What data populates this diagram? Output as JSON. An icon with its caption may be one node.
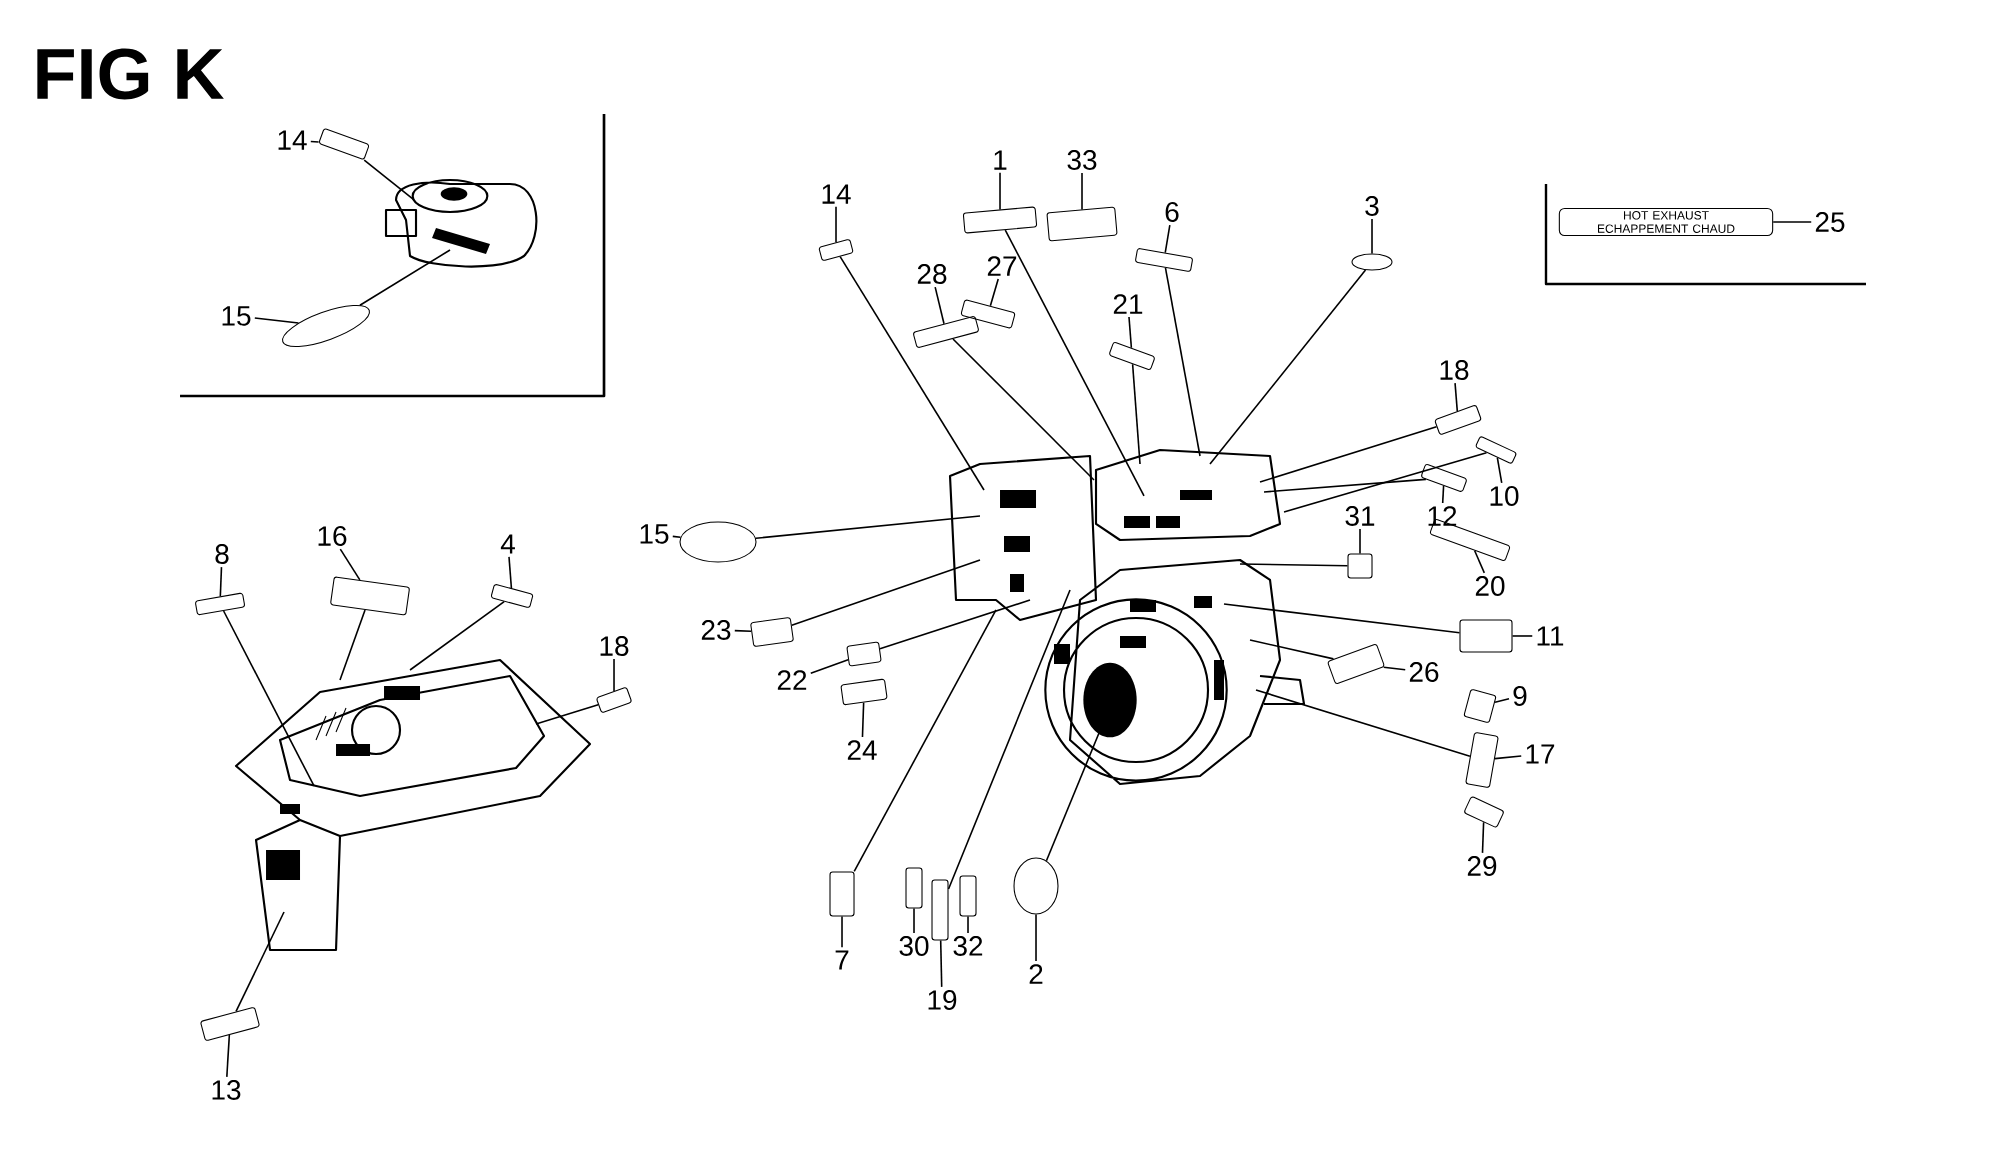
{
  "diagram": {
    "title": "FIG K",
    "nodes": [
      {
        "text": [
          "14"
        ]
      },
      {
        "text": [],
        "shape": "box"
      },
      {
        "text": [
          "15"
        ]
      },
      {
        "text": [],
        "shape": "circle"
      },
      {
        "text": [
          "8"
        ]
      },
      {
        "text": [],
        "shape": "box"
      },
      {
        "text": [
          "16"
        ]
      },
      {
        "text": [],
        "shape": "box"
      },
      {
        "text": [
          "4"
        ]
      },
      {
        "text": [],
        "shape": "box"
      },
      {
        "text": [
          "18"
        ]
      },
      {
        "text": [],
        "shape": "box"
      },
      {
        "text": [
          "13"
        ]
      },
      {
        "text": [],
        "shape": "box"
      },
      {
        "text": [
          "14"
        ]
      },
      {
        "text": [],
        "shape": "box"
      },
      {
        "text": [
          "1"
        ]
      },
      {
        "text": [],
        "shape": "box"
      },
      {
        "text": [
          "33"
        ]
      },
      {
        "text": [],
        "shape": "box"
      },
      {
        "text": [
          "6"
        ]
      },
      {
        "text": [],
        "shape": "box"
      },
      {
        "text": [
          "3"
        ]
      },
      {
        "text": [],
        "shape": "circle"
      },
      {
        "text": [
          "28"
        ]
      },
      {
        "text": [],
        "shape": "box"
      },
      {
        "text": [
          "27"
        ]
      },
      {
        "text": [],
        "shape": "box"
      },
      {
        "text": [
          "21"
        ]
      },
      {
        "text": [],
        "shape": "box"
      },
      {
        "text": [
          "18"
        ]
      },
      {
        "text": [],
        "shape": "box"
      },
      {
        "text": [
          "12"
        ]
      },
      {
        "text": [],
        "shape": "box"
      },
      {
        "text": [
          "10"
        ]
      },
      {
        "text": [],
        "shape": "box"
      },
      {
        "text": [
          "20"
        ]
      },
      {
        "text": [],
        "shape": "box"
      },
      {
        "text": [
          "31"
        ]
      },
      {
        "text": [],
        "shape": "box"
      },
      {
        "text": [
          "11"
        ]
      },
      {
        "text": [],
        "shape": "box"
      },
      {
        "text": [
          "26"
        ]
      },
      {
        "text": [],
        "shape": "box"
      },
      {
        "text": [
          "9"
        ]
      },
      {
        "text": [],
        "shape": "box"
      },
      {
        "text": [
          "17"
        ]
      },
      {
        "text": [],
        "shape": "box"
      },
      {
        "text": [
          "29"
        ]
      },
      {
        "text": [],
        "shape": "box"
      },
      {
        "text": [
          "15"
        ]
      },
      {
        "text": [],
        "shape": "circle"
      },
      {
        "text": [
          "23"
        ]
      },
      {
        "text": [],
        "shape": "box"
      },
      {
        "text": [
          "22"
        ]
      },
      {
        "text": [],
        "shape": "box"
      },
      {
        "text": [
          "24"
        ]
      },
      {
        "text": [],
        "shape": "box"
      },
      {
        "text": [
          "7"
        ]
      },
      {
        "text": [],
        "shape": "box"
      },
      {
        "text": [
          "30"
        ]
      },
      {
        "text": [],
        "shape": "box"
      },
      {
        "text": [
          "19"
        ]
      },
      {
        "text": [],
        "shape": "box"
      },
      {
        "text": [
          "32"
        ]
      },
      {
        "text": [],
        "shape": "box"
      },
      {
        "text": [
          "2"
        ]
      },
      {
        "text": [],
        "shape": "circle"
      },
      {
        "text": [
          "25"
        ]
      },
      {
        "text": [
          "HOT EXHAUST ECHAPPEMENT CHAUD"
        ]
      }
    ],
    "edges": [
      {
        "from": 0,
        "to": 1,
        "arrow": "none"
      },
      {
        "from": 1,
        "to": null,
        "arrow": "none"
      },
      {
        "from": 2,
        "to": 3,
        "arrow": "none"
      },
      {
        "from": 3,
        "to": null,
        "arrow": "none"
      },
      {
        "from": 4,
        "to": 5,
        "arrow": "none"
      },
      {
        "from": 5,
        "to": null,
        "arrow": "none"
      },
      {
        "from": 6,
        "to": 7,
        "arrow": "none"
      },
      {
        "from": 7,
        "to": null,
        "arrow": "none"
      },
      {
        "from": 8,
        "to": 9,
        "arrow": "none"
      },
      {
        "from": 9,
        "to": null,
        "arrow": "none"
      },
      {
        "from": 10,
        "to": 11,
        "arrow": "none"
      },
      {
        "from": 11,
        "to": null,
        "arrow": "none"
      },
      {
        "from": 12,
        "to": 13,
        "arrow": "none"
      },
      {
        "from": 13,
        "to": null,
        "arrow": "none"
      },
      {
        "from": 14,
        "to": 15,
        "arrow": "none"
      },
      {
        "from": 15,
        "to": null,
        "arrow": "none"
      },
      {
        "from": 16,
        "to": 17,
        "arrow": "none"
      },
      {
        "from": 17,
        "to": null,
        "arrow": "none"
      },
      {
        "from": 18,
        "to": 19,
        "arrow": "none"
      },
      {
        "from": 20,
        "to": 21,
        "arrow": "none"
      },
      {
        "from": 21,
        "to": null,
        "arrow": "none"
      },
      {
        "from": 22,
        "to": 23,
        "arrow": "none"
      },
      {
        "from": 23,
        "to": null,
        "arrow": "none"
      },
      {
        "from": 24,
        "to": 25,
        "arrow": "none"
      },
      {
        "from": 25,
        "to": null,
        "arrow": "none"
      },
      {
        "from": 26,
        "to": 27,
        "arrow": "none"
      },
      {
        "from": 28,
        "to": 29,
        "arrow": "none"
      },
      {
        "from": 29,
        "to": null,
        "arrow": "none"
      },
      {
        "from": 30,
        "to": 31,
        "arrow": "none"
      },
      {
        "from": 31,
        "to": null,
        "arrow": "none"
      },
      {
        "from": 32,
        "to": 33,
        "arrow": "none"
      },
      {
        "from": 33,
        "to": null,
        "arrow": "none"
      },
      {
        "from": 34,
        "to": 35,
        "arrow": "none"
      },
      {
        "from": 35,
        "to": null,
        "arrow": "none"
      },
      {
        "from": 36,
        "to": 37,
        "arrow": "none"
      },
      {
        "from": 38,
        "to": 39,
        "arrow": "none"
      },
      {
        "from": 39,
        "to": null,
        "arrow": "none"
      },
      {
        "from": 40,
        "to": 41,
        "arrow": "none"
      },
      {
        "from": 41,
        "to": null,
        "arrow": "none"
      },
      {
        "from": 42,
        "to": 43,
        "arrow": "none"
      },
      {
        "from": 43,
        "to": null,
        "arrow": "none"
      },
      {
        "from": 44,
        "to": 45,
        "arrow": "none"
      },
      {
        "from": 46,
        "to": 47,
        "arrow": "none"
      },
      {
        "from": 47,
        "to": null,
        "arrow": "none"
      },
      {
        "from": 48,
        "to": 49,
        "arrow": "none"
      },
      {
        "from": 50,
        "to": 51,
        "arrow": "none"
      },
      {
        "from": 51,
        "to": null,
        "arrow": "none"
      },
      {
        "from": 52,
        "to": 53,
        "arrow": "none"
      },
      {
        "from": 53,
        "to": null,
        "arrow": "none"
      },
      {
        "from": 54,
        "to": 55,
        "arrow": "none"
      },
      {
        "from": 55,
        "to": null,
        "arrow": "none"
      },
      {
        "from": 56,
        "to": 57,
        "arrow": "none"
      },
      {
        "from": 58,
        "to": 59,
        "arrow": "none"
      },
      {
        "from": 59,
        "to": null,
        "arrow": "none"
      },
      {
        "from": 60,
        "to": 61,
        "arrow": "none"
      },
      {
        "from": 62,
        "to": 63,
        "arrow": "none"
      },
      {
        "from": 63,
        "to": null,
        "arrow": "none"
      },
      {
        "from": 64,
        "to": 65,
        "arrow": "none"
      },
      {
        "from": 66,
        "to": 67,
        "arrow": "none"
      },
      {
        "from": 67,
        "to": null,
        "arrow": "none"
      },
      {
        "from": 68,
        "to": 69,
        "arrow": "none"
      }
    ]
  }
}
